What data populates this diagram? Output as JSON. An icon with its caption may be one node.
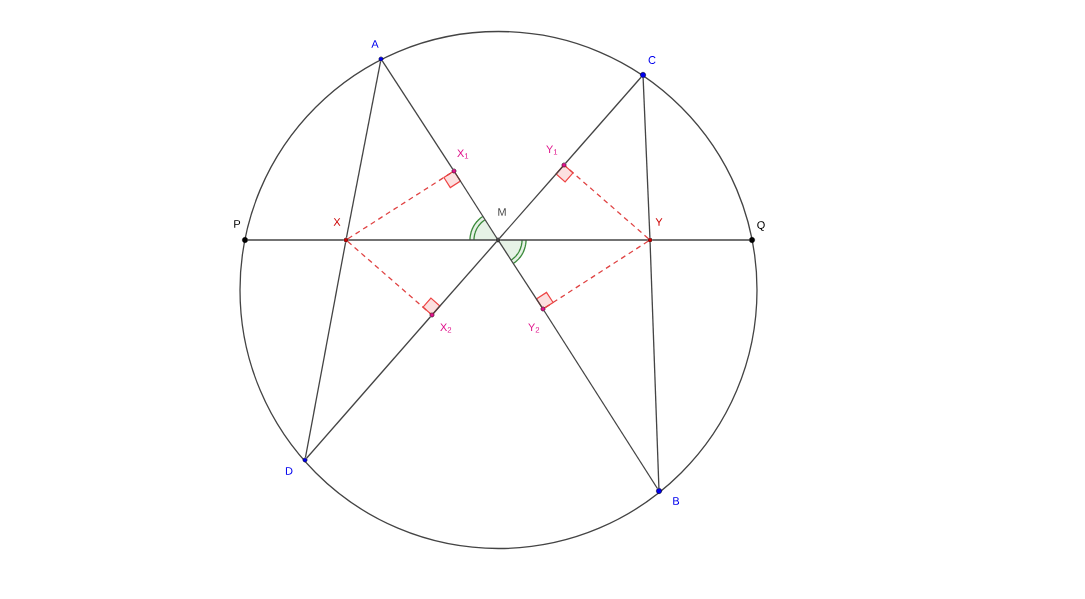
{
  "diagram": {
    "nodes": [
      {
        "text": [
          "A"
        ]
      },
      {
        "text": [
          "C"
        ]
      },
      {
        "text": [
          "P"
        ]
      },
      {
        "text": [
          "X"
        ]
      },
      {
        "text": [
          "M"
        ]
      },
      {
        "text": [
          "Y"
        ]
      },
      {
        "text": [
          "Q"
        ]
      },
      {
        "text": [
          "X$_{1}$"
        ]
      },
      {
        "text": [
          "Y$_{1}$"
        ]
      },
      {
        "text": [
          "X$_{2}$"
        ]
      },
      {
        "text": [
          "Y$_{2}$"
        ]
      },
      {
        "text": [
          "D"
        ]
      },
      {
        "text": [
          "B"
        ]
      }
    ],
    "edges": [
      {
        "from": 0,
        "to": 7,
        "arrow": "none"
      },
      {
        "from": 7,
        "to": 4,
        "arrow": "none"
      },
      {
        "from": 4,
        "to": 10,
        "arrow": "none"
      },
      {
        "from": 10,
        "to": 12,
        "arrow": "none"
      },
      {
        "from": 1,
        "to": 8,
        "arrow": "none"
      },
      {
        "from": 8,
        "to": 4,
        "arrow": "none"
      },
      {
        "from": 4,
        "to": 9,
        "arrow": "none"
      },
      {
        "from": 9,
        "to": 11,
        "arrow": "none"
      },
      {
        "from": 2,
        "to": 3,
        "arrow": "none"
      },
      {
        "from": 3,
        "to": 4,
        "arrow": "none"
      },
      {
        "from": 4,
        "to": 5,
        "arrow": "none"
      },
      {
        "from": 5,
        "to": 6,
        "arrow": "none"
      },
      {
        "from": 0,
        "to": 3,
        "arrow": "none"
      },
      {
        "from": 3,
        "to": 11,
        "arrow": "none"
      },
      {
        "from": 1,
        "to": 5,
        "arrow": "none"
      },
      {
        "from": 5,
        "to": 12,
        "arrow": "none"
      },
      {
        "from": 3,
        "to": 7,
        "arrow": "none",
        "style": "dashed",
        "color": "#e04444"
      },
      {
        "from": 3,
        "to": 9,
        "arrow": "none",
        "style": "dashed",
        "color": "#e04444"
      },
      {
        "from": 5,
        "to": 8,
        "arrow": "none",
        "style": "dashed",
        "color": "#e04444"
      },
      {
        "from": 5,
        "to": 10,
        "arrow": "none",
        "style": "dashed",
        "color": "#e04444"
      }
    ]
  }
}
